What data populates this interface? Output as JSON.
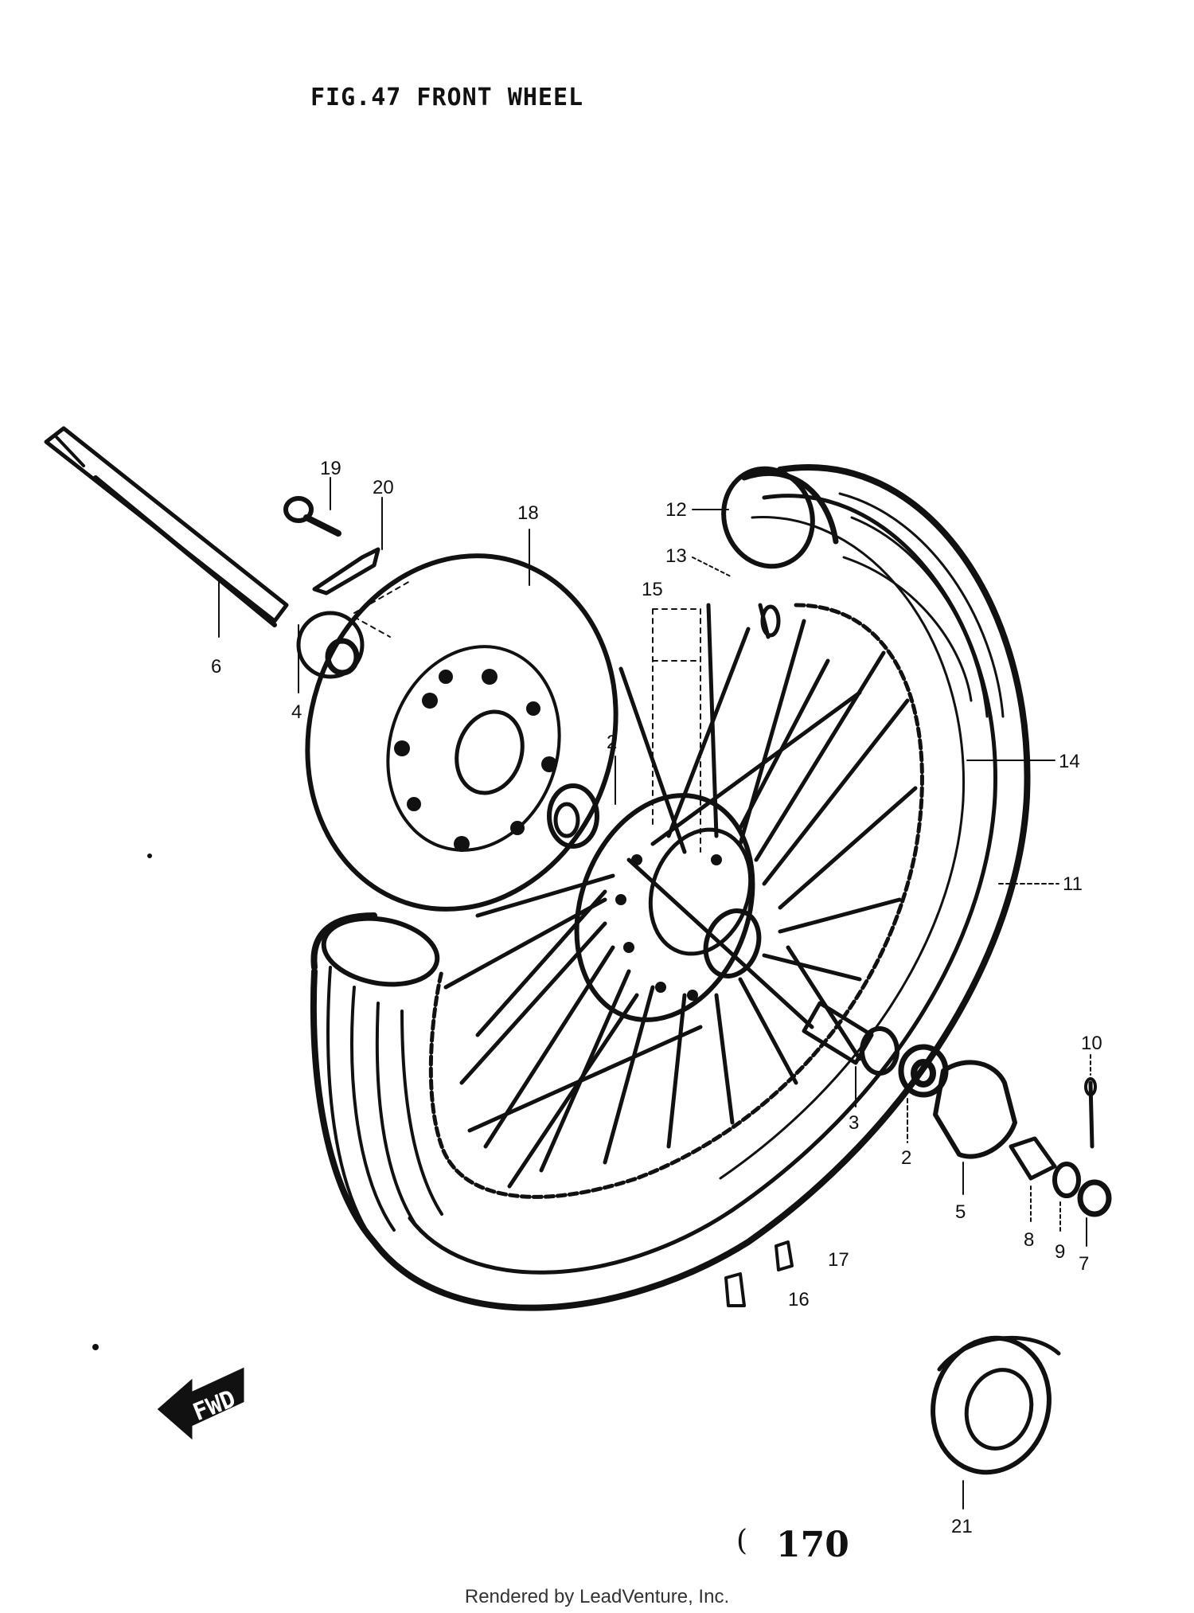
{
  "title": "FIG.47  FRONT WHEEL",
  "page_mark": "(",
  "page_number": "170",
  "footer": "Rendered by LeadVenture, Inc.",
  "fwd_label": "FWD",
  "callouts": [
    "19",
    "20",
    "18",
    "12",
    "13",
    "15",
    "6",
    "4",
    "2",
    "14",
    "11",
    "10",
    "3",
    "2",
    "5",
    "8",
    "9",
    "7",
    "17",
    "16",
    "21"
  ]
}
